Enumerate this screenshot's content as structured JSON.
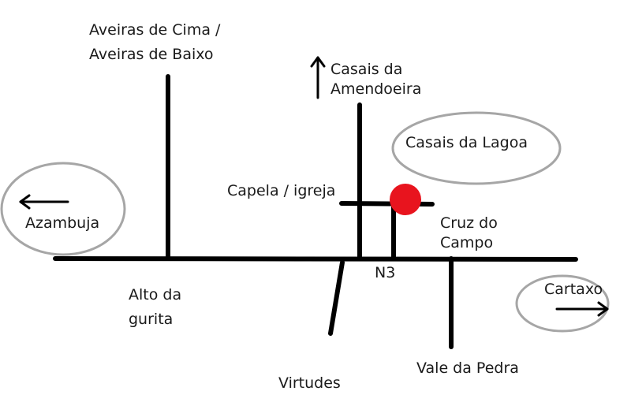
{
  "labels": {
    "aveiras_line1": "Aveiras de Cima /",
    "aveiras_line2": "Aveiras de Baixo",
    "casais_amend_line1": "Casais da",
    "casais_amend_line2": "Amendoeira",
    "casais_lagoa": "Casais da Lagoa",
    "capela": "Capela / igreja",
    "azambuja": "Azambuja",
    "cruz_line1": "Cruz do",
    "cruz_line2": "Campo",
    "n3": "N3",
    "alto_line1": "Alto da",
    "alto_line2": "gurita",
    "cartaxo": "Cartaxo",
    "vale_pedra": "Vale da Pedra",
    "virtudes": "Virtudes"
  },
  "colors": {
    "road": "#000000",
    "text": "#1a1a1a",
    "ellipse_stroke": "#a6a6a6",
    "marker": "#e8141e"
  },
  "icons": {
    "marker": "location-dot-icon",
    "arrow_north": "arrow-up-icon",
    "arrow_west": "arrow-left-icon",
    "arrow_east": "arrow-right-icon"
  }
}
